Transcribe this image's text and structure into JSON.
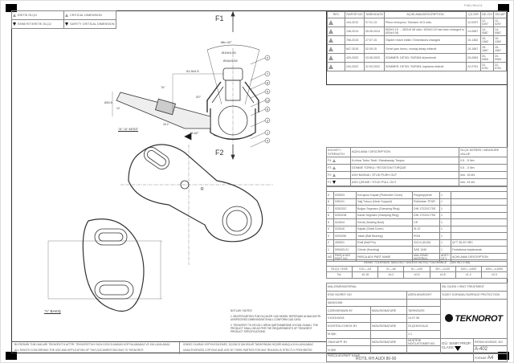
{
  "form_code": "F461-Rev.01",
  "legend": {
    "critical_tr": "KRİTİK ÖLÇÜ",
    "critical_en": "CRITICAL DIMENSION",
    "safety_tr": "EMNİYET/KRİTİK ÖLÇÜ",
    "safety_en": "SAFETY CRITICAL DIMENSION"
  },
  "revisions": {
    "headers": [
      "REV",
      "RAPOR NO",
      "TARİH/DATE",
      "AÇIKLAMA/DESCRIPTION",
      "ÇZ./DR",
      "DE./CH",
      "ON./AP"
    ],
    "rows": [
      {
        "rev": "1",
        "report": "104-2012",
        "date": "07.01.13",
        "desc": "Pleno revizyonu. Tolerans ±0.5 oldu.",
        "dr": "12-0297",
        "ch": "12-0297",
        "ap": "12-0297"
      },
      {
        "rev": "2",
        "report": "136-2014",
        "date": "05.05.2014",
        "desc": "Ø20±0.15 → Ø20±0.08 oldu / Ø20±0.15 has been changed to Ø20±0.08",
        "dr": "14-0587",
        "ch": "14-0587",
        "ap": "14-0587"
      },
      {
        "rev": "3",
        "report": "756-2015",
        "date": "27.07.15",
        "desc": "Ölçüler revize edildi / Dimensions changed",
        "dr": "15-1362",
        "ch": "15-1362",
        "ap": "15-1362"
      },
      {
        "rev": "4",
        "report": "847-2015",
        "date": "02.09.15",
        "desc": "Genel yazı formu, montaj detayı eklendi",
        "dr": "15-1567",
        "ch": "15-1567",
        "ap": "15-1567"
      },
      {
        "rev": "5",
        "report": "429-2020",
        "date": "03.08.2020",
        "desc": "SOMMER, DETAY, SÜRÜM düzenlendi",
        "dr": "20-0963",
        "ch": "20-0963",
        "ap": "20-0963"
      },
      {
        "rev": "6",
        "report": "244-2022",
        "date": "22.03.2022",
        "desc": "SOMMER, DETAY, SÜRÜM, kaplama eklendi",
        "dr": "22-0751",
        "ch": "22-0751",
        "ap": "22-0751"
      }
    ]
  },
  "strength": {
    "header_left": "KUVVET / STRENGTH",
    "header_desc": "AÇIKLAMA / DESCRIPTION",
    "header_val": "ÖLÇÜ DEĞERİ / MEASURE VALUE",
    "rows": [
      {
        "f": "F4",
        "desc": "Kırılma Torku Testi / Breakaway Torque",
        "val": "0.5 - 5 Nm"
      },
      {
        "f": "F3",
        "desc": "DÖNME TORKU / ROTATION TORQUE",
        "val": "0.5 - 3 Nm"
      },
      {
        "f": "F2",
        "desc": "ASH BASMA / STUD PUSH OUT",
        "val": "min. 15 kN"
      },
      {
        "f": "F1",
        "desc": "ASH ÇEKME / STUD PULL OUT",
        "val": "min. 24 kN"
      }
    ]
  },
  "parts": {
    "headers": [
      "NO",
      "PARÇA NO/ PART NO",
      "PARÇA ADI/ PART NAME",
      "MALZEME/ MATERIAL",
      "ADET/ QTY",
      "AÇIKLAMA/ DESCRIPTION"
    ],
    "rows": [
      {
        "no": "9",
        "pn": "030003",
        "name": "Koruyucu Kapak (Protective Cover)",
        "mat": "Polypropylene",
        "qty": "1",
        "desc": ""
      },
      {
        "no": "8",
        "pn": "035101",
        "name": "Yağ Tutucu (Neck Support)",
        "mat": "Poliüretan TPUR",
        "qty": "1",
        "desc": ""
      },
      {
        "no": "7",
        "pn": "025232C",
        "name": "Boğaz Segmanı (Clamping Ring)",
        "mat": "DIN 17222/C75S",
        "qty": "1",
        "desc": ""
      },
      {
        "no": "6",
        "pn": "025331B",
        "name": "Kanal Segmanı (Clamping Ring)",
        "mat": "DIN 17222/C75S",
        "qty": "1",
        "desc": ""
      },
      {
        "no": "5",
        "pn": "024004",
        "name": "Körük (Sealing Boot)",
        "mat": "CR",
        "qty": "1",
        "desc": ""
      },
      {
        "no": "4",
        "pn": "023040",
        "name": "Kapak (Shaft Cover)",
        "mat": "St-37",
        "qty": "1",
        "desc": ""
      },
      {
        "no": "3",
        "pn": "020025K",
        "name": "Yatak (Ball Bearing)",
        "mat": "POM",
        "qty": "1",
        "desc": ""
      },
      {
        "no": "2",
        "pn": "405001",
        "name": "Rotil (Ball Pin)",
        "mat": "41Cr4 (5140)",
        "qty": "1",
        "desc": "Q+T 28-32 HRC"
      },
      {
        "no": "1",
        "pn": "005403-01",
        "name": "Gövde (Housing)",
        "mat": "SAE 1040",
        "qty": "1",
        "desc": "Fosfatlama kaplanacak"
      }
    ]
  },
  "tolerance": {
    "title": "GENEL TOLERANS TABLOSU / UNLESS NOTED TOLERANCE",
    "standard": "(DIN ISO 2768)",
    "label_range": "ÖLÇÜ / SIZE",
    "label_tol": "Tol.",
    "ranges": [
      "0.5<—≤3",
      "3<—≤6",
      "6<—≤30",
      "30<—≤120",
      "120<—≤400",
      "400<—≤1000"
    ],
    "values": [
      "±0.15",
      "±0.2",
      "±0.5",
      "±0.8",
      "±1.2",
      "±2.0"
    ]
  },
  "title_block": {
    "material_label": "MALZEME/MATERIAL",
    "heat_label": "ISIL İŞLEM / HEAT TREATMENT",
    "ref_label": "ESKİ NO/REF. NO",
    "ref_value": "5A0401366",
    "weight_label": "AĞIRLIK/WEIGHT",
    "surface_label": "YÜZEY KORUMA /SURFACE PROTECTION",
    "drawn_label": "ÇİZEN/DRAWN BY",
    "drawn_value": "V.KIZILKAYA",
    "signature_label": "İMZA/SIGNATURE",
    "date_label": "TARİH/DATE",
    "date_value": "14.07.06",
    "checked_label": "KONTROL/CHECK BY",
    "checked_value": "M.IŞIK",
    "scale_label": "ÖLÇEK/SCALE",
    "scale_value": "1:1",
    "approved_label": "ONAY/APP. BY",
    "approved_value": "N.IŞIK",
    "customer_label": "MÜŞTERİ NO/CUSTOMER NO",
    "class_label": "GÜ. SINIFI PROP. CLASS",
    "dwg_label": "RESİM NO/DWG. NO",
    "dwg_value": "A-402",
    "partname_label": "PARÇA ADI/PART NAME",
    "partname_value": "ROTİL RH AUDI 80-90",
    "format_label": "FORMAT",
    "format_value": "A4",
    "logo": "TEKNOROT"
  },
  "notes": {
    "title": "NOTLAR / NOTES",
    "items": [
      "1. BELİRTİLMEYEN TÜM ÖLÇÜLER CAD MODEL REFERANS ALINACAKTIR. UNSPECIFIED DIMENSIONS SHALL CONFORM CAD DATA.",
      "2. TEKNOROT TS-HS NO:1 ÜRÜN ŞARTNAMESİNE UYGUN OLMALI. THE PRODUCT SHALL BE AS PER THE REQUIREMENTS OF TEKNOROT PRODUCT SPECIFICATIONS."
    ]
  },
  "copyright": {
    "tr1": "BU RESMİN TÜM HAKLARI TEKNOROT'A AİTTİR. TEKNOROT'UN YAZILI İZNİ OLMADAN KOPYALANAMAZ VE KULLANILAMAZ.",
    "en1": "ALL RIGHTS CONCERNING THE USE AND APPLICATION OF THIS DOCUMENT BELONG TO TEKNOROT.",
    "tr2": "İZİNSİZ OLARAK KOPYA EDİLEMEZ, ÜÇÜNCÜ ŞAHISLAR TARAFINDAN HİÇBİR AMAÇLA KULLANILAMAZ.",
    "en2": "UNAUTHORIZED COPYING AND USE BY THIRD PARTIES FOR ANY REASON IS STRICTLY PROHIBITED."
  },
  "drawing": {
    "f1": "F1",
    "f2": "F2",
    "angle": "Min 42°",
    "d1": "Ø19±0.05",
    "d2": "Ø16±0.05",
    "len": "51.9±0.5",
    "ang2": "20°",
    "ang3": "15.42°",
    "view_a": "\"A\"",
    "section": "\"A\"-\"A\" KESİT",
    "view_label": "\"A\" BAKIŞ",
    "radius": "R",
    "dim_a": "Ø20.5",
    "dim_b": "12",
    "dim_c": "20.2",
    "callouts": [
      "2",
      "7",
      "8",
      "5",
      "12",
      "6",
      "3",
      "1",
      "4"
    ]
  }
}
